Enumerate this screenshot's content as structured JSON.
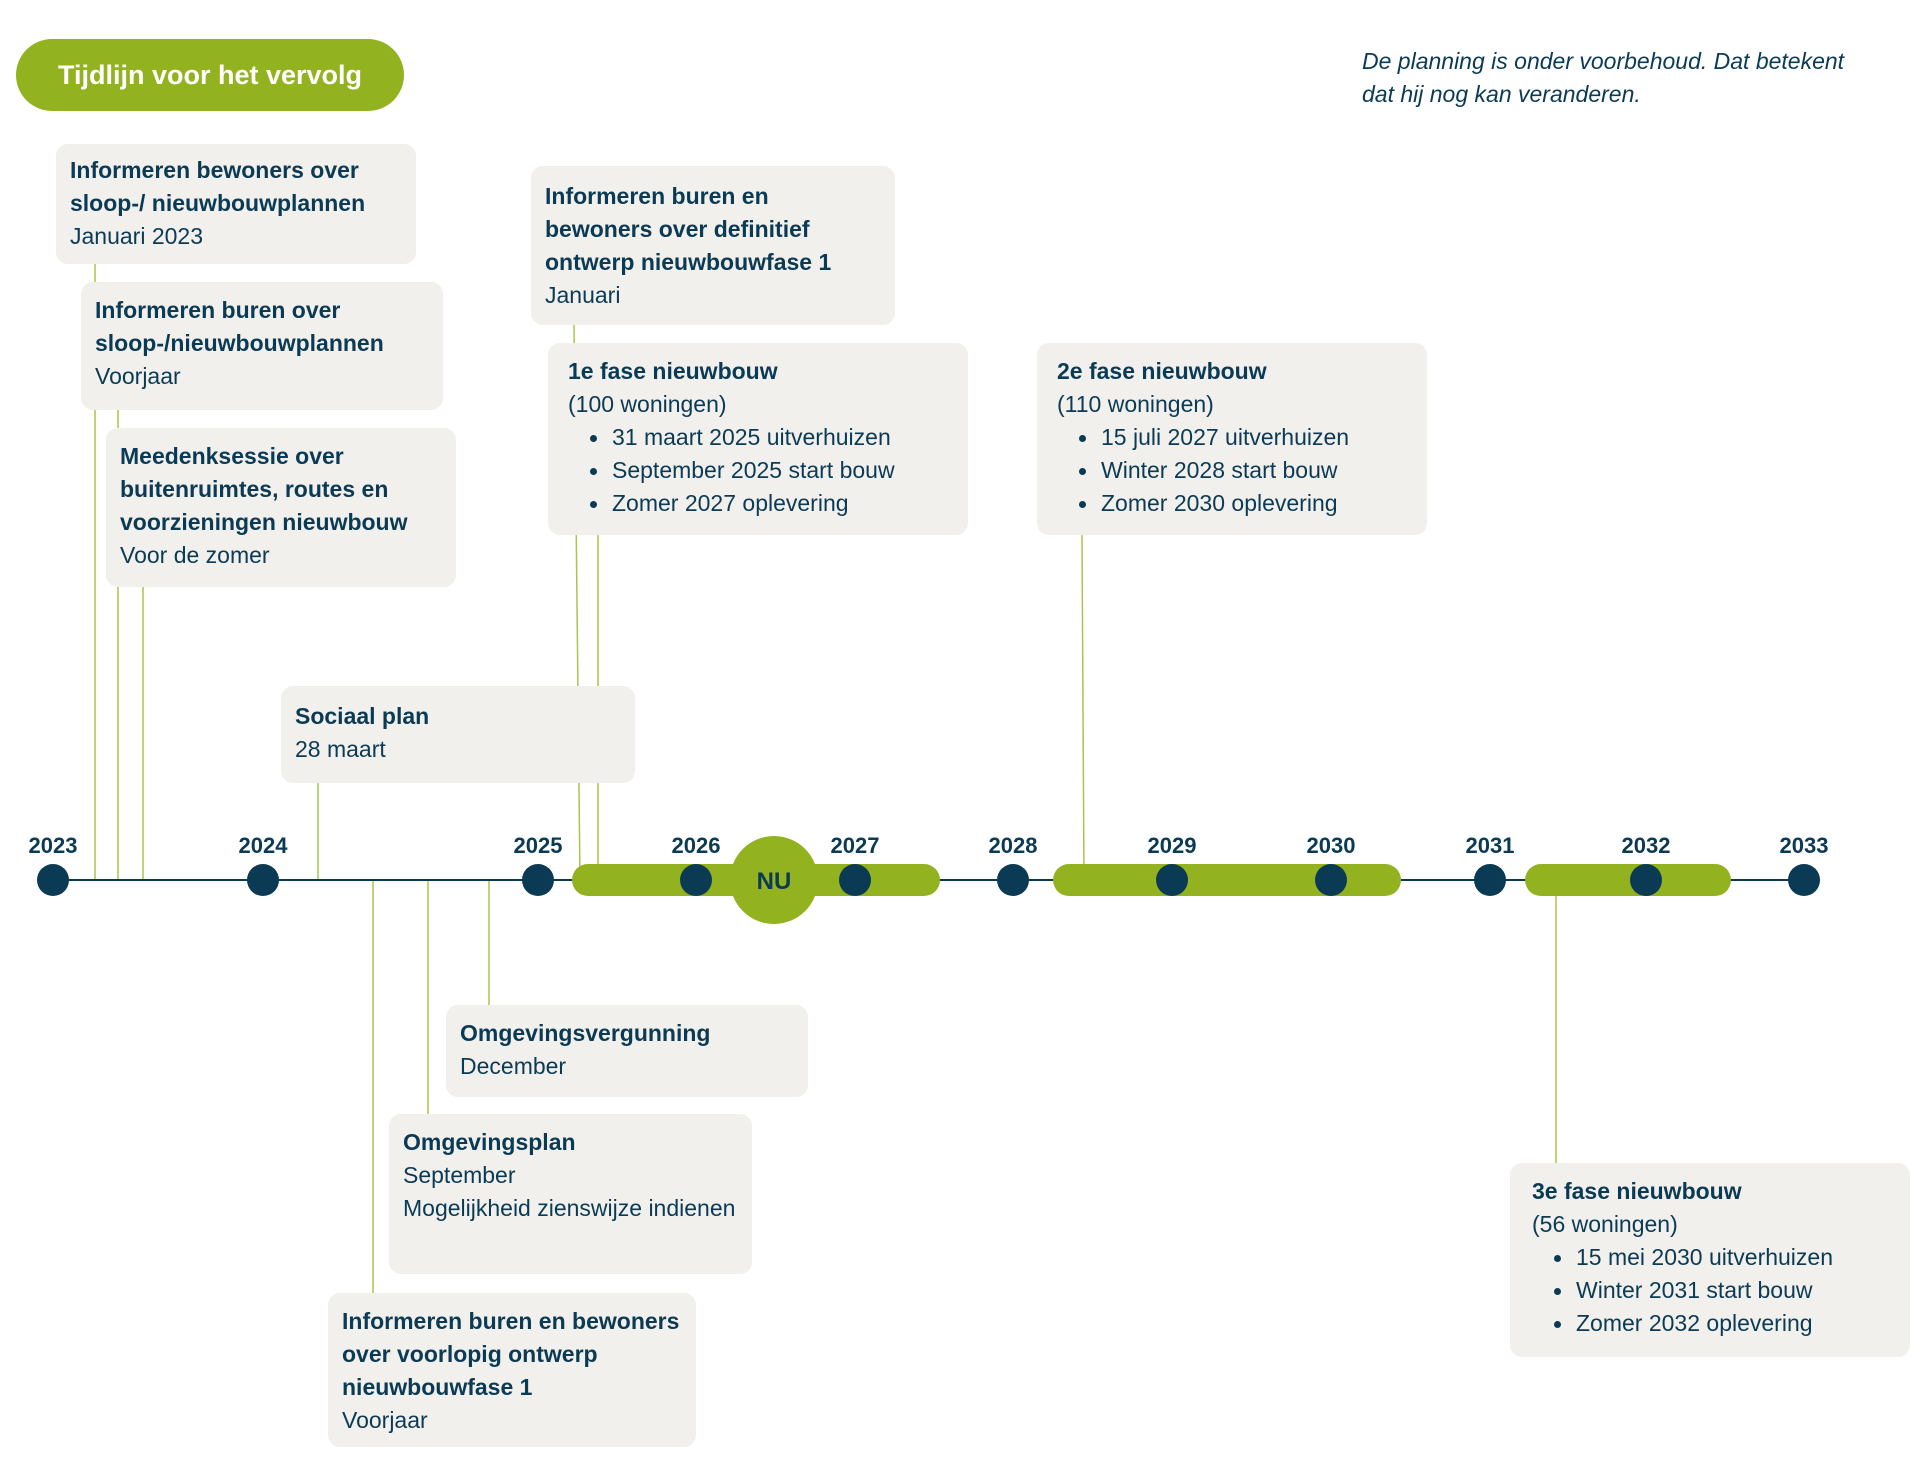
{
  "header": {
    "title": "Tijdlijn voor het vervolg",
    "note": "De planning is onder voorbehoud. Dat betekent dat hij nog kan veranderen."
  },
  "timeline": {
    "years": [
      "2023",
      "2024",
      "2025",
      "2026",
      "2027",
      "2028",
      "2029",
      "2030",
      "2031",
      "2032",
      "2033"
    ],
    "now_label": "NU"
  },
  "events": {
    "informeren_bewoners": {
      "title": "Informeren bewoners over sloop-/ nieuwbouwplannen",
      "date": "Januari 2023"
    },
    "informeren_buren": {
      "title": "Informeren buren over sloop-/nieuwbouwplannen",
      "date": "Voorjaar"
    },
    "meedenksessie": {
      "title": "Meedenksessie over buitenruimtes, routes en voorzieningen nieuwbouw",
      "date": "Voor de zomer"
    },
    "sociaal_plan": {
      "title": "Sociaal plan",
      "date": "28 maart"
    },
    "definitief_ontwerp": {
      "title": "Informeren buren en bewoners over definitief ontwerp nieuwbouwfase 1",
      "date": "Januari"
    },
    "fase1": {
      "title": "1e fase nieuwbouw",
      "subtitle": "(100 woningen)",
      "items": [
        "31 maart 2025 uitverhuizen",
        "September 2025 start bouw",
        "Zomer 2027 oplevering"
      ]
    },
    "fase2": {
      "title": "2e fase nieuwbouw",
      "subtitle": "(110 woningen)",
      "items": [
        "15 juli 2027 uitverhuizen",
        "Winter 2028 start bouw",
        "Zomer 2030 oplevering"
      ]
    },
    "omgevingsvergunning": {
      "title": "Omgevingsvergunning",
      "date": "December"
    },
    "omgevingsplan": {
      "title": "Omgevingsplan",
      "date": "September",
      "extra": "Mogelijkheid zienswijze indienen"
    },
    "voorlopig_ontwerp": {
      "title": "Informeren buren en bewoners over voorlopig ontwerp nieuwbouwfase 1",
      "date": "Voorjaar"
    },
    "fase3": {
      "title": "3e fase nieuwbouw",
      "subtitle": "(56 woningen)",
      "items": [
        "15 mei 2030 uitverhuizen",
        "Winter 2031 start bouw",
        "Zomer 2032 oplevering"
      ]
    }
  },
  "colors": {
    "navy": "#0b3a55",
    "green": "#93b21f",
    "connector": "#a9c54a",
    "card": "#f2f0ec"
  }
}
